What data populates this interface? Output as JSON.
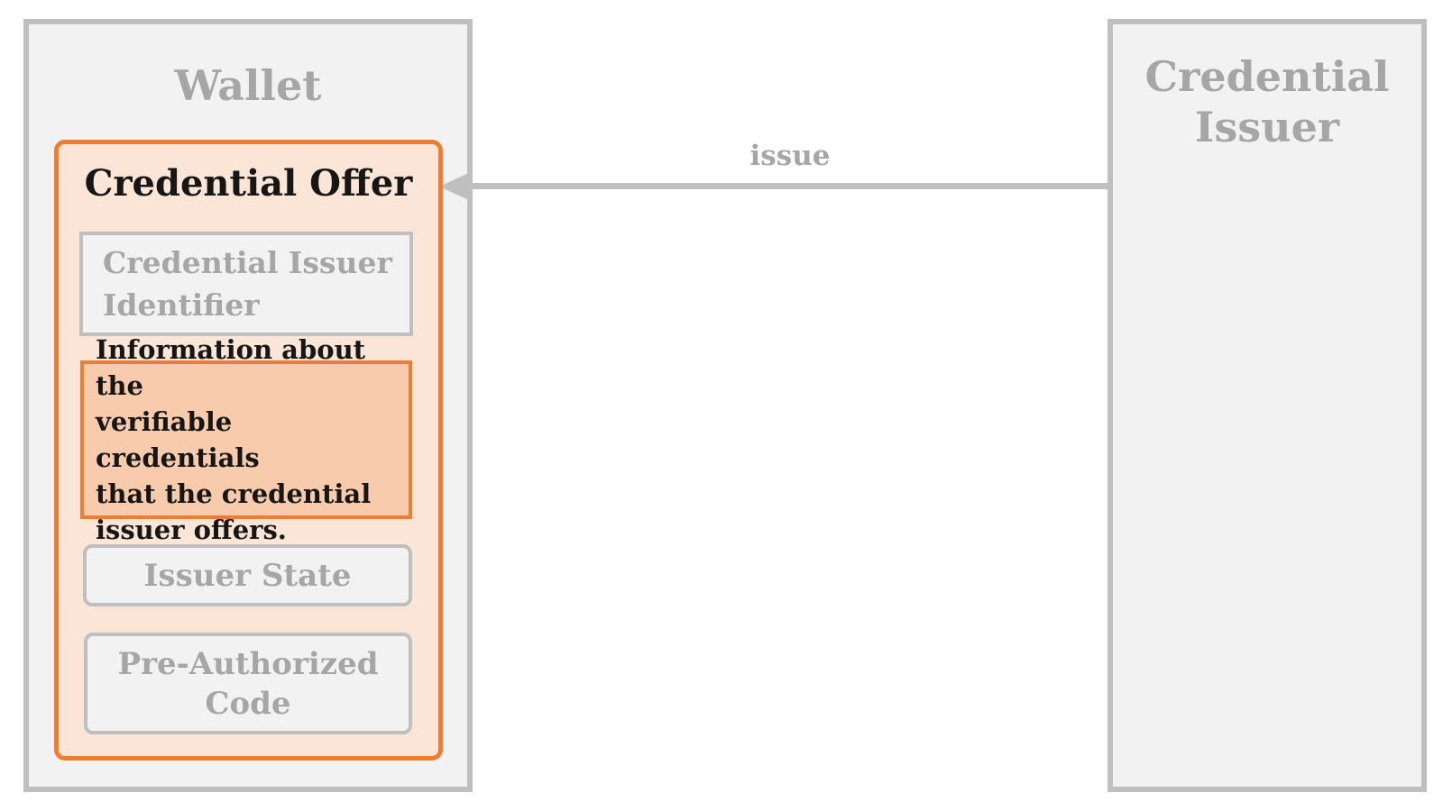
{
  "diagram": {
    "wallet": {
      "title": "Wallet",
      "credential_offer": {
        "title": "Credential Offer",
        "issuer_identifier": {
          "lines": [
            "Credential Issuer",
            "Identifier"
          ]
        },
        "credentials_info": {
          "lines": [
            "Information about the",
            "verifiable credentials",
            "that the credential",
            "issuer offers."
          ]
        },
        "issuer_state": {
          "label": "Issuer State"
        },
        "pre_authorized_code": {
          "lines": [
            "Pre-Authorized",
            "Code"
          ]
        }
      }
    },
    "credential_issuer": {
      "title_lines": [
        "Credential",
        "Issuer"
      ]
    },
    "arrow": {
      "label": "issue"
    }
  },
  "colors": {
    "participant_fill": "#F2F2F2",
    "participant_border": "#BFBFBF",
    "muted_text": "#A6A6A6",
    "accent_orange": "#ED7D31",
    "offer_fill_light": "#FBE5D6",
    "offer_fill_medium": "#F8CBAD",
    "dark_text": "#161616"
  }
}
